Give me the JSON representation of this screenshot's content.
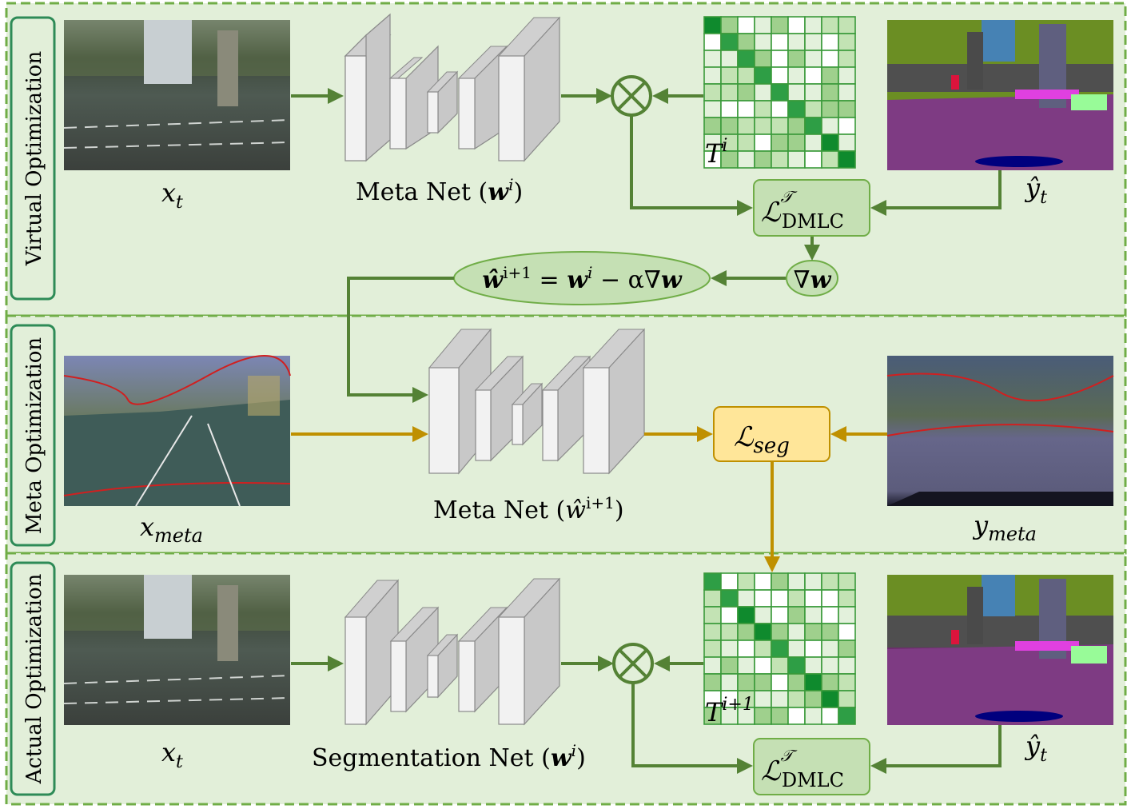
{
  "panels": {
    "virtual": "Virtual Optimization",
    "meta": "Meta Optimization",
    "actual": "Actual Optimization"
  },
  "labels": {
    "xt_top": "x",
    "xt_top_sub": "t",
    "xmeta": "x",
    "xmeta_sub": "meta",
    "xt_bottom": "x",
    "xt_bottom_sub": "t",
    "yt_top": "ŷ",
    "yt_top_sub": "t",
    "ymeta": "y",
    "ymeta_sub": "meta",
    "yt_bottom": "ŷ",
    "yt_bottom_sub": "t"
  },
  "networks": {
    "meta_net_top": {
      "name": "Meta Net (",
      "param": "w",
      "sup": "i",
      "close": ")"
    },
    "meta_net_mid": {
      "name": "Meta Net (",
      "param": "ŵ",
      "sup": "i+1",
      "close": ")"
    },
    "seg_net": {
      "name": "Segmentation Net (",
      "param": "w",
      "sup": "i",
      "close": ")"
    }
  },
  "losses": {
    "dmlc_top": {
      "base": "ℒ",
      "sup": "𝒯",
      "sub": "DMLC"
    },
    "seg": {
      "base": "ℒ",
      "sub": "seg"
    },
    "dmlc_bottom": {
      "base": "ℒ",
      "sup": "𝒯",
      "sub": "DMLC"
    }
  },
  "update": {
    "lhs": "ŵ",
    "lhs_sup": "i+1",
    "eq": " = ",
    "w": "w",
    "w_sup": "i",
    "rest": " − α∇",
    "w2": "w"
  },
  "grad": {
    "sym": "∇",
    "w": "w"
  },
  "matrices": {
    "top": {
      "base": "T",
      "sup": "i"
    },
    "bottom": {
      "base": "T",
      "sup": "i+1"
    }
  },
  "operator": "⊗",
  "colors": {
    "green_arrow": "#548235",
    "gold_arrow": "#bf9000",
    "panel_bg": "#e2efd9",
    "panel_border": "#70ad47",
    "loss_green_fill": "#c5e0b4",
    "loss_gold_fill": "#ffe699"
  }
}
